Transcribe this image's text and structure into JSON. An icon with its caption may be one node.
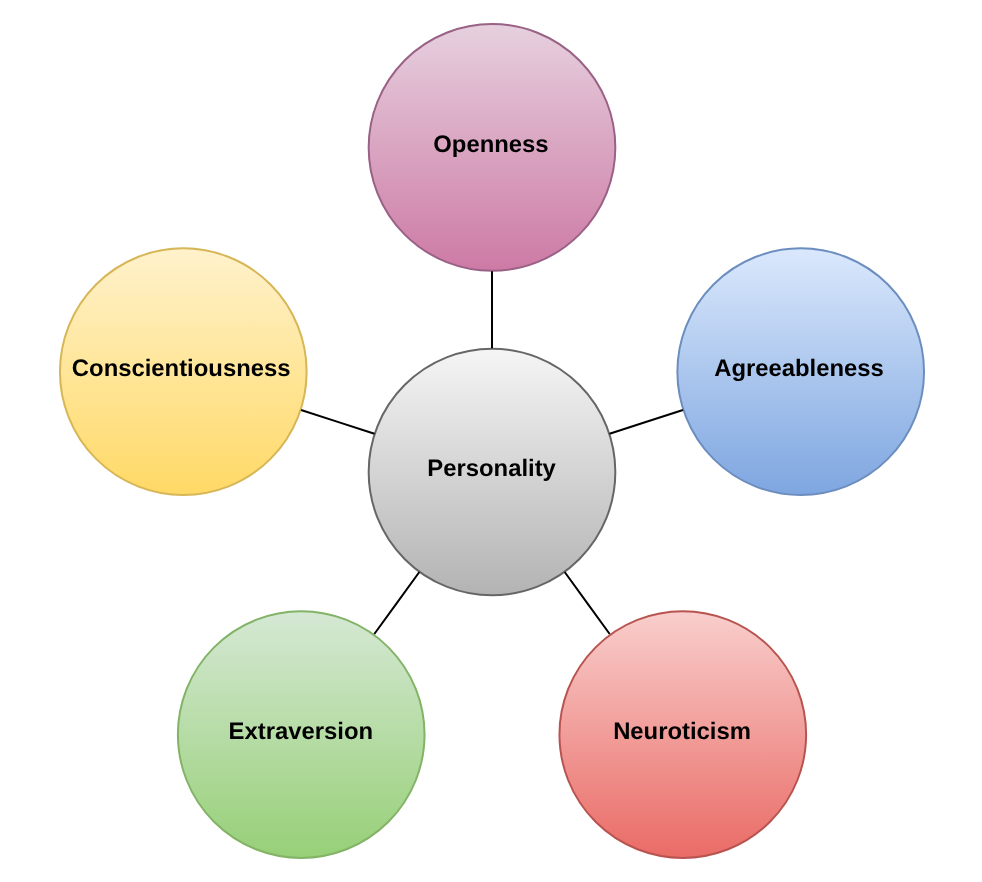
{
  "diagram": {
    "nodes": [
      {
        "text": [
          "Openness"
        ]
      },
      {
        "text": [
          "Conscientiousness"
        ]
      },
      {
        "text": [
          "Personality"
        ]
      },
      {
        "text": [
          "Agreeableness"
        ]
      },
      {
        "text": [
          "Extraversion"
        ]
      },
      {
        "text": [
          "Neuroticism"
        ]
      }
    ],
    "edges": [
      {
        "from": 2,
        "to": 0,
        "arrow": "none"
      },
      {
        "from": 2,
        "to": 3,
        "arrow": "none"
      },
      {
        "from": 2,
        "to": 5,
        "arrow": "none"
      },
      {
        "from": 2,
        "to": 4,
        "arrow": "none"
      },
      {
        "from": 2,
        "to": 1,
        "arrow": "none"
      }
    ]
  }
}
